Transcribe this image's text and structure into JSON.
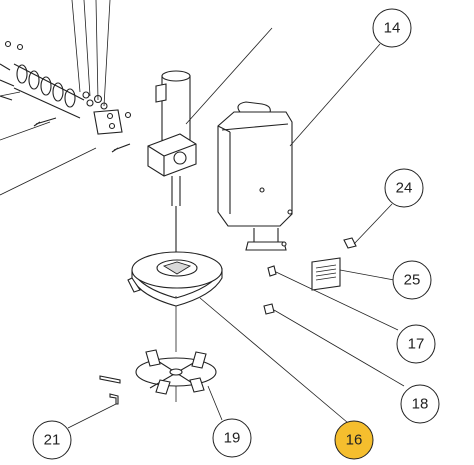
{
  "callouts": [
    {
      "number": "14"
    },
    {
      "number": "24"
    },
    {
      "number": "25"
    },
    {
      "number": "17"
    },
    {
      "number": "18"
    },
    {
      "number": "21"
    },
    {
      "number": "19"
    },
    {
      "number": "16"
    }
  ],
  "colors": {
    "highlight": "#F5BE2E",
    "line": "#222222",
    "background": "#FFFFFF"
  }
}
